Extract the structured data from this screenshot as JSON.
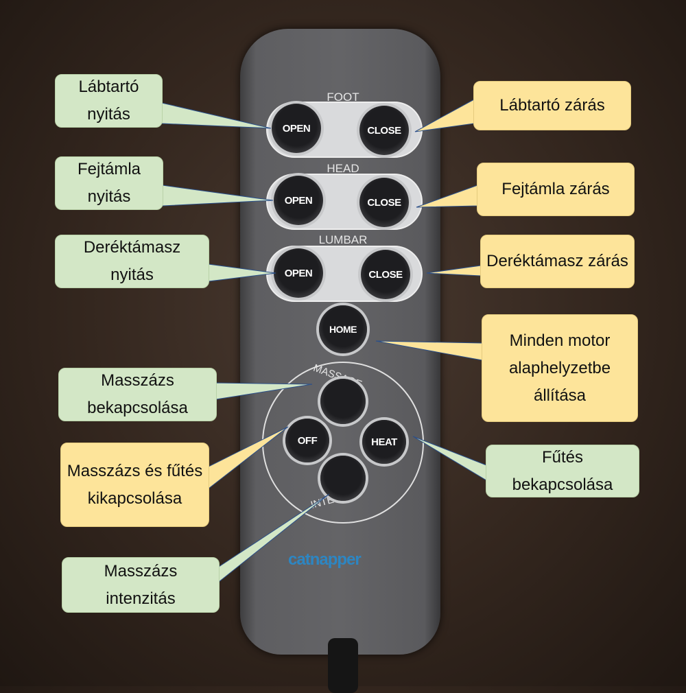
{
  "remote": {
    "brand": "catnapper",
    "sections": {
      "foot": "FOOT",
      "head": "HEAD",
      "lumbar": "LUMBAR",
      "massage": "MASSAGE",
      "intensity": "INTENSITY"
    },
    "buttons": {
      "open": "OPEN",
      "close": "CLOSE",
      "home": "HOME",
      "off": "OFF",
      "heat": "HEAT"
    }
  },
  "callouts": [
    {
      "text": "Lábtartó nyitás",
      "color": "#d3e7c6"
    },
    {
      "text": "Lábtartó zárás",
      "color": "#fde49a"
    },
    {
      "text": "Fejtámla nyitás",
      "color": "#d3e7c6"
    },
    {
      "text": "Fejtámla zárás",
      "color": "#fde49a"
    },
    {
      "text": "Deréktámasz nyitás",
      "color": "#d3e7c6"
    },
    {
      "text": "Deréktámasz zárás",
      "color": "#fde49a"
    },
    {
      "text": "Minden motor alaphelyzetbe állítása",
      "color": "#fde49a"
    },
    {
      "text": "Masszázs bekapcsolása",
      "color": "#d3e7c6"
    },
    {
      "text": "Masszázs és fűtés kikapcsolása",
      "color": "#fde49a"
    },
    {
      "text": "Fűtés bekapcsolása",
      "color": "#d3e7c6"
    },
    {
      "text": "Masszázs intenzitás",
      "color": "#d3e7c6"
    }
  ]
}
